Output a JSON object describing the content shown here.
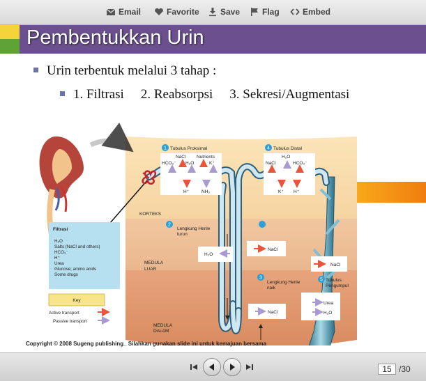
{
  "toolbar": {
    "email": "Email",
    "favorite": "Favorite",
    "save": "Save",
    "flag": "Flag",
    "embed": "Embed"
  },
  "slide": {
    "title": "Pembentukkan Urin",
    "bullet1": "Urin terbentuk melalui 3 tahap :",
    "steps": [
      "1. Filtrasi",
      "2. Reabsorpsi",
      "3. Sekresi/Augmentasi"
    ],
    "copyright": "Copyright © 2008 Sugeng publishing_ Silahkan gunakan slide ini untuk kemajuan bersama"
  },
  "diagram": {
    "tubulus_proksimal": "Tubulus Proksimal",
    "tubulus_distal": "Tubulus Distal",
    "korteks": "KORTEKS",
    "lengkung_turun_1": "Lengkung Henle",
    "lengkung_turun_2": "turun",
    "medula_luar_1": "MEDULA",
    "medula_luar_2": "LUAR",
    "lengkung_naik_1": "Lengkung Henle",
    "lengkung_naik_2": "naik",
    "tubulus_pengumpul_1": "Tubulus",
    "tubulus_pengumpul_2": "Pengumpul",
    "medula_dalam_1": "MEDULA",
    "medula_dalam_2": "DALAM",
    "num1": "1",
    "num2": "2",
    "num3": "3",
    "num4": "4",
    "num5": "5",
    "prox_top": [
      "NaCl",
      "Nutrients",
      "HCO₃⁻",
      "H₂O",
      "K⁺"
    ],
    "prox_bottom": [
      "H⁺",
      "NH₃"
    ],
    "distal_top": [
      "H₂O",
      "NaCl",
      "HCO₃⁻"
    ],
    "distal_bottom": [
      "K⁺",
      "H⁺"
    ],
    "h2o_desc": "H₂O",
    "nacl_asc": "NaCl",
    "nacl_collect": "NaCl",
    "nacl_inner": "NaCl",
    "urea": "Urea",
    "h2o_collect": "H₂O",
    "filtrasi": {
      "title": "Filtrasi",
      "items": [
        "H₂O",
        "Salts (NaCl and others)",
        "HCO₃⁻",
        "H⁺",
        "Urea",
        "Glucose; amino acids",
        "Some drugs"
      ]
    },
    "key": {
      "title": "Key",
      "active": "Active transport",
      "passive": "Passive transport",
      "active_color": "#e8553a",
      "passive_color": "#a99ad0"
    }
  },
  "navigation": {
    "current_page": "15",
    "total_pages": "/30"
  }
}
